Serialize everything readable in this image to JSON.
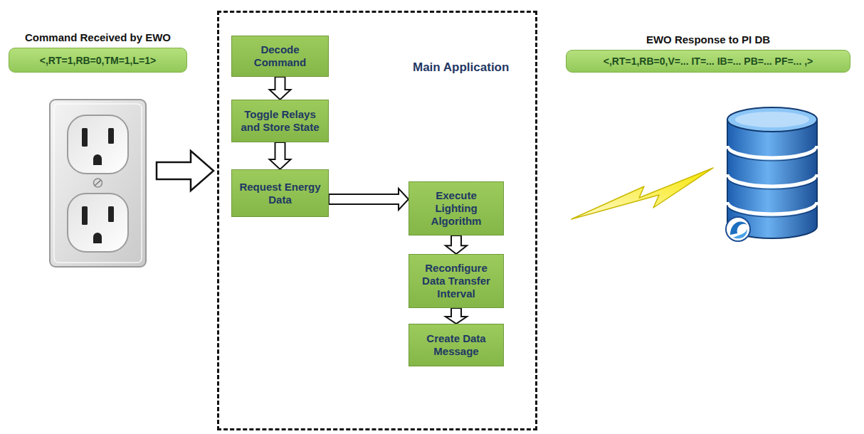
{
  "diagram": {
    "nodes": [
      {
        "text": [
          "Command Received by EWO",
          "<,RT=1,RB=0,TM=1,L=1>"
        ]
      },
      {
        "text": [
          "Main Application"
        ]
      },
      {
        "text": [
          "Decode Command"
        ],
        "in": 1
      },
      {
        "text": [
          "Toggle Relays and Store State"
        ],
        "in": 1
      },
      {
        "text": [
          "Request Energy Data"
        ],
        "in": 1
      },
      {
        "text": [
          "Execute Lighting Algorithm"
        ],
        "in": 1
      },
      {
        "text": [
          "Reconfigure Data Transfer Interval"
        ],
        "in": 1
      },
      {
        "text": [
          "Create Data Message"
        ],
        "in": 1
      },
      {
        "text": [
          "EWO Response to PI DB",
          "<,RT=1,RB=0,V=... IT=... IB=... PB=... PF=... ,>"
        ]
      }
    ],
    "edges": [
      {
        "from": 2,
        "to": 3,
        "arrow": "to"
      },
      {
        "from": 3,
        "to": 4,
        "arrow": "to"
      },
      {
        "from": 4,
        "to": 5,
        "arrow": "to"
      },
      {
        "from": 5,
        "to": 6,
        "arrow": "to"
      },
      {
        "from": 6,
        "to": 7,
        "arrow": "to"
      }
    ]
  }
}
